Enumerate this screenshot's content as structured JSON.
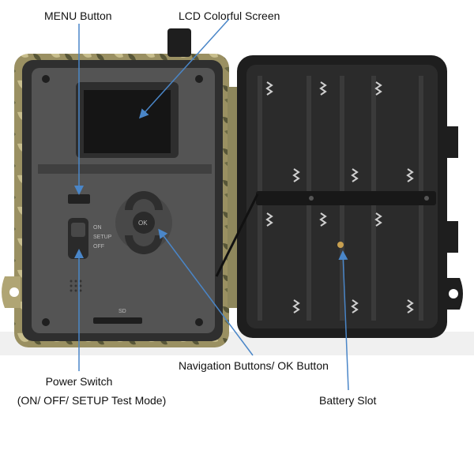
{
  "labels": {
    "menu_button": "MENU Button",
    "lcd_screen": "LCD Colorful Screen",
    "power_switch_line1": "Power Switch",
    "power_switch_line2": "(ON/ OFF/ SETUP Test Mode)",
    "navigation_buttons": "Navigation Buttons/ OK Button",
    "battery_slot": "Battery Slot"
  },
  "device": {
    "switch_positions": [
      "ON",
      "SETUP",
      "OFF"
    ],
    "ok_label": "OK",
    "sd_label": "SD"
  },
  "colors": {
    "arrow": "#4a86c8",
    "camo_base": "#9a9062",
    "panel_dark": "#3a3a3a",
    "battery_bay": "#2b2b2b"
  }
}
